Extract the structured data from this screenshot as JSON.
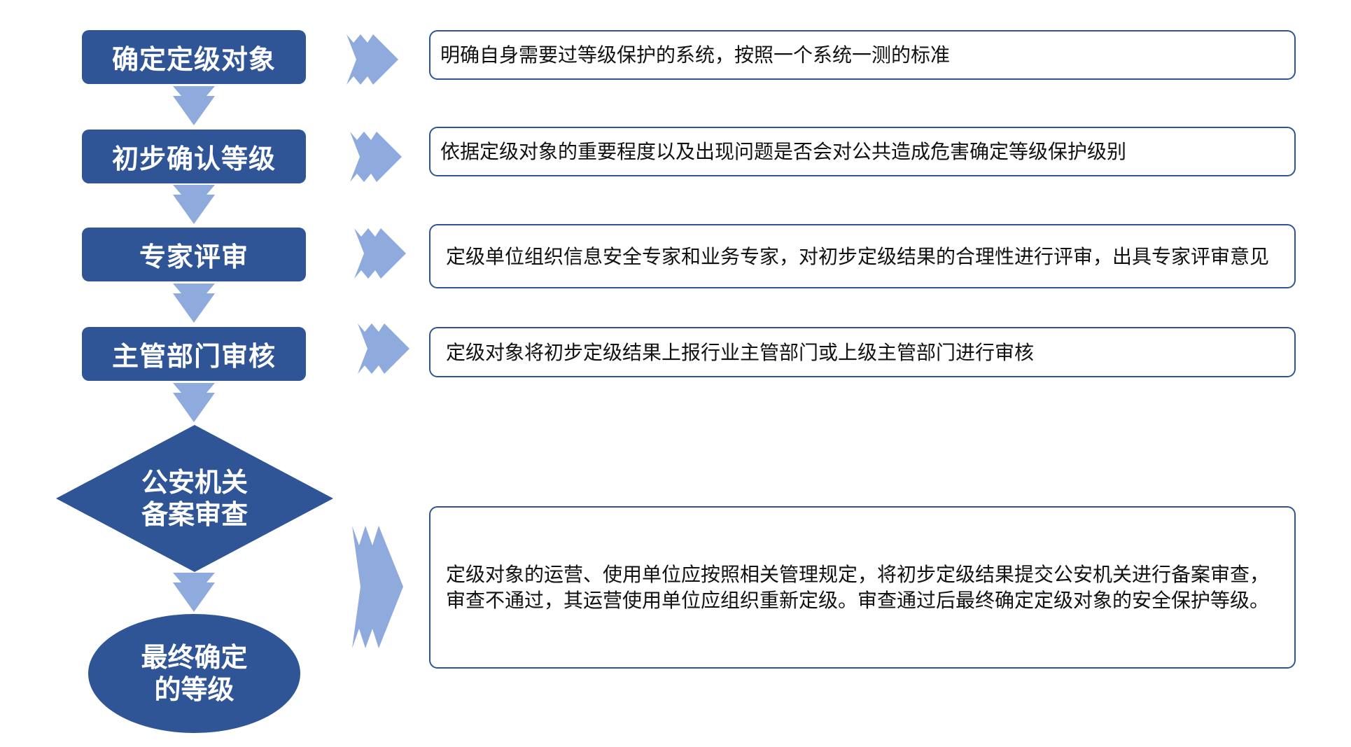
{
  "steps": [
    {
      "label": "确定定级对象",
      "description": "明确自身需要过等级保护的系统，按照一个系统一测的标准"
    },
    {
      "label": "初步确认等级",
      "description": "依据定级对象的重要程度以及出现问题是否会对公共造成危害确定等级保护级别"
    },
    {
      "label": "专家评审",
      "description": "定级单位组织信息安全专家和业务专家，对初步定级结果的合理性进行评审，出具专家评审意见"
    },
    {
      "label": "主管部门审核",
      "description": "定级对象将初步定级结果上报行业主管部门或上级主管部门进行审核"
    }
  ],
  "decision": {
    "line1": "公安机关",
    "line2": "备案审查",
    "description": "定级对象的运营、使用单位应按照相关管理规定，将初步定级结果提交公安机关进行备案审查，审查不通过，其运营使用单位应组织重新定级。审查通过后最终确定定级对象的安全保护等级。"
  },
  "final": {
    "line1": "最终确定",
    "line2": "的等级"
  },
  "colors": {
    "dark": "#2F5597",
    "light": "#8FAADC"
  }
}
